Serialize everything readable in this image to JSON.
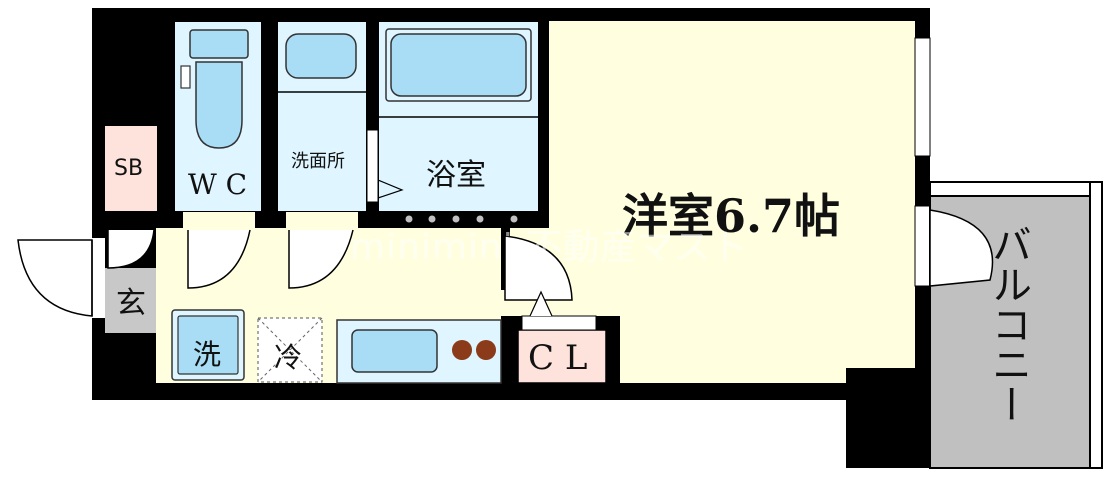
{
  "rooms": {
    "sb": "SB",
    "wc": "W C",
    "washroom": "洗面所",
    "bath": "浴室",
    "western_room": "洋室6.7帖",
    "entrance": "玄",
    "washer": "洗",
    "fridge": "冷",
    "closet": "C L",
    "balcony": "バルコニー"
  },
  "watermark": "minimini 不動産マスト",
  "colors": {
    "wall": "#000000",
    "floor_yellow": "#ffffe0",
    "wet_blue": "#dff5ff",
    "fixture_blue": "#a9dcf5",
    "pink": "#fde3dc",
    "balcony_gray": "#c0c0c0",
    "entry_gray": "#c8c8c8",
    "stove_brown": "#8b3a1a"
  }
}
